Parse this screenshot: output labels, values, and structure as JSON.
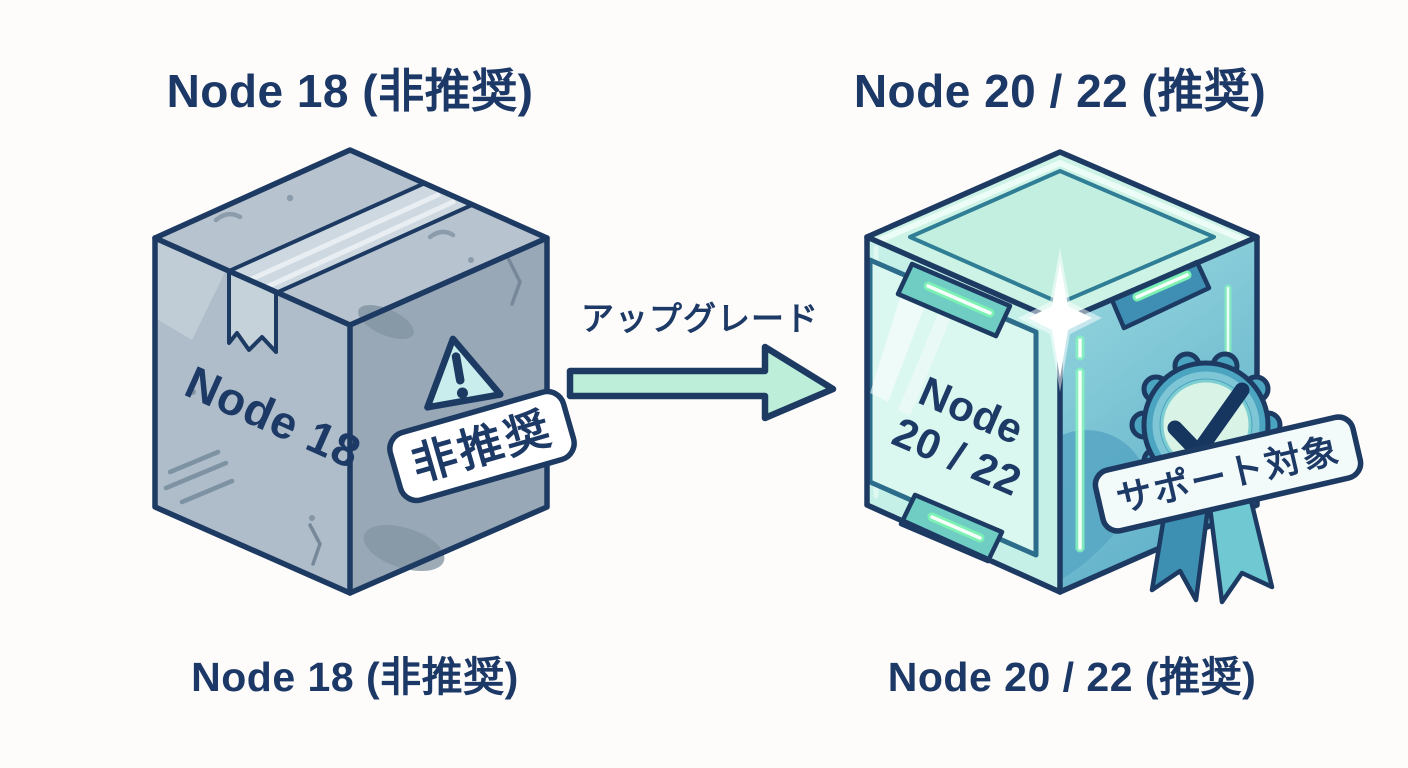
{
  "diagram": {
    "theme": "node-version-upgrade-comparison",
    "background": "#fdfcfa",
    "text_color": "#1c3866"
  },
  "titles": {
    "top_left": "Node 18 (非推奨)",
    "top_right": "Node 20 / 22 (推奨)",
    "bottom_left": "Node 18 (非推奨)",
    "bottom_right": "Node 20 / 22 (推奨)"
  },
  "arrow": {
    "label": "アップグレード",
    "direction": "right",
    "fill": "#bdeeda",
    "outline": "#1d3a63"
  },
  "old_box": {
    "name": "Node 18",
    "face_label": "Node 18",
    "sticker_text": "非推奨",
    "warning_icon": "exclamation-triangle",
    "colors": {
      "top_face": "#b7c3ce",
      "left_face": "#aebdc9",
      "right_face": "#98a8b6",
      "tape": "#cdd8e0",
      "outline": "#1d3a63",
      "warning_fill": "#c9eded",
      "sticker_bg": "#ffffff"
    }
  },
  "new_box": {
    "name": "Node 20 / 22",
    "face_label_line1": "Node",
    "face_label_line2": "20 / 22",
    "badge_text": "サポート対象",
    "badge_icon": "checkmark",
    "colors": {
      "top_face": "#cdf2e6",
      "left_face": "#d6f4ee",
      "right_face_light": "#8fd2dc",
      "right_face_dark": "#61b1c9",
      "neon_glow": "#7df0b4",
      "badge_rosette": "#4ba4c0",
      "badge_inner": "#d9f4e6",
      "outline": "#1d3a63"
    }
  }
}
